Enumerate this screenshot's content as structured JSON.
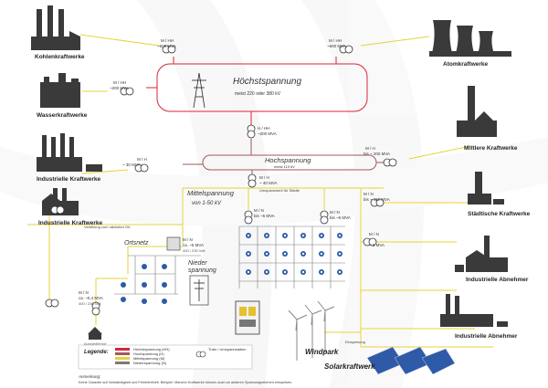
{
  "hv_box": {
    "title": "Höchstspannung",
    "sub": "meist 220 oder 380 kV"
  },
  "h_box": {
    "title": "Hochspannung",
    "sub": "meist 110 kV"
  },
  "mittel": {
    "title": "Mittelspannung",
    "sub": "von 1-50 kV"
  },
  "umspannwerk": "Umspannwerk für Städte",
  "verteilung": "Verteilung zum nächsten Ort",
  "plants": {
    "kohle": "Kohlenkraftwerke",
    "atom": "Atomkraftwerke",
    "wasser": "Wasserkraftwerke",
    "mittlere": "Mittlere Kraftwerke",
    "industrielle1": "Industrielle Kraftwerke",
    "industrielle2": "Industrielle Kraftwerke",
    "staedtisch": "Städtische Kraftwerke",
    "abnehmer1": "Industrielle Abnehmer",
    "abnehmer2": "Industrielle Abnehmer",
    "aussiedlerhof": "Aussiedlerhof"
  },
  "transformers": {
    "t1": {
      "l1": "M / HH",
      "l2": "~600 MVA"
    },
    "t2": {
      "l1": "M / HH",
      "l2": "~600 MVA"
    },
    "t3": {
      "l1": "M / HH",
      "l2": "~200 MVA"
    },
    "t4": {
      "l1": "H / HH",
      "l2": "~200 MVA"
    },
    "t5": {
      "l1": "M / H",
      "l2": "bis ~ 200 MVA"
    },
    "t6": {
      "l1": "M / H",
      "l2": "~ 30 MVA"
    },
    "t7": {
      "l1": "M / H",
      "l2": "~ 40 MVA"
    },
    "t8": {
      "l1": "M / N",
      "l2": "bis ~ 110 MVA"
    },
    "t9": {
      "l1": "M / N",
      "l2": "bis ~5 MVA"
    },
    "t10": {
      "l1": "M / N",
      "l2": "bis ~5 MVA"
    },
    "t11": {
      "l1": "M / N",
      "l2": "ca. ~5 MVA",
      "l3": "400 / 230 Volt"
    },
    "t12": {
      "l1": "M / N",
      "l2": "~ 2 MVA"
    },
    "t13": {
      "l1": "M / N",
      "l2": "ca. ~0,4 MVA",
      "l3": "400 / 230 Volt"
    }
  },
  "ortsnetz": "Ortsnetz",
  "nieder": {
    "l1": "Nieder",
    "l2": "spannung"
  },
  "windpark": "Windpark",
  "einspeisung": "Einspeisung",
  "solar": "Solarkraftwerk",
  "legend": {
    "title": "Legende:",
    "items": [
      {
        "label": "Höchstspannung (HH)",
        "color": "#d9253a"
      },
      {
        "label": "Hochspannung (H)",
        "color": "#a05a5a"
      },
      {
        "label": "Mittelspannung (M)",
        "color": "#e7d23b"
      },
      {
        "label": "Niederspannung (N)",
        "color": "#7a7a7a"
      }
    ],
    "trafo_label": "Trafo / Umspannstation"
  },
  "note": {
    "l1": "Anmerkung:",
    "l2": "Keine Garantie auf Vollständigkeit und Fehlerfreiheit. Beispiel: Manche Kraftwerke können auch an anderen Spannungsebenen einspeisen."
  }
}
